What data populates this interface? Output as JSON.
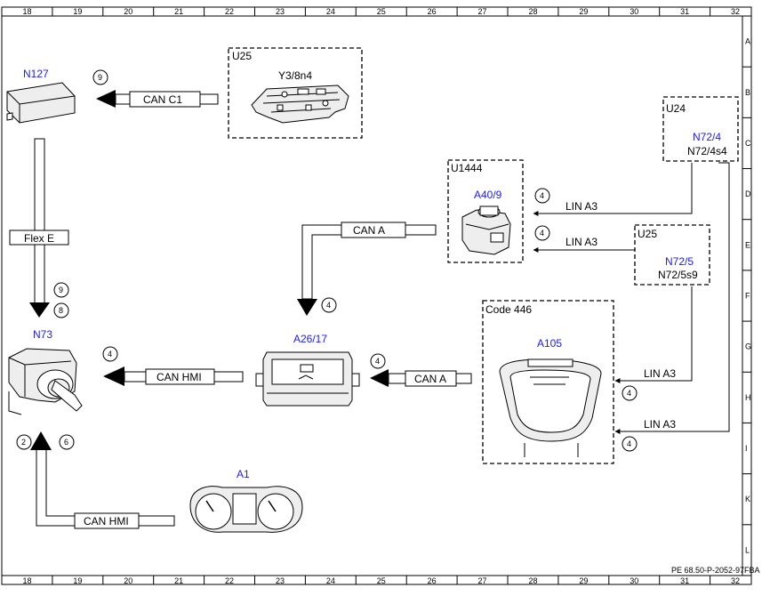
{
  "frame": {
    "top_columns": [
      "18",
      "19",
      "20",
      "21",
      "22",
      "23",
      "24",
      "25",
      "26",
      "27",
      "28",
      "29",
      "30",
      "31",
      "32"
    ],
    "bottom_columns": [
      "18",
      "19",
      "20",
      "21",
      "22",
      "23",
      "24",
      "25",
      "26",
      "27",
      "28",
      "29",
      "30",
      "31",
      "32"
    ],
    "rows": [
      "A",
      "B",
      "C",
      "D",
      "E",
      "F",
      "G",
      "H",
      "I",
      "K",
      "L"
    ],
    "doc_ref": "PE 68.50-P-2052-97FBA"
  },
  "components": {
    "n127": "N127",
    "n73": "N73",
    "a26_17": "A26/17",
    "a1": "A1",
    "a105": "A105",
    "a40_9": "A40/9",
    "n72_4": "N72/4",
    "n72_4s4": "N72/4s4",
    "n72_5": "N72/5",
    "n72_5s9": "N72/5s9",
    "y3_8n4": "Y3/8n4"
  },
  "groups": {
    "u25_top": "U25",
    "u24": "U24",
    "u1444": "U1444",
    "u25_mid": "U25",
    "code446": "Code 446"
  },
  "buses": {
    "can_c1": "CAN C1",
    "flex_e": "Flex E",
    "can_a_top": "CAN A",
    "can_hmi_mid": "CAN HMI",
    "can_a_mid": "CAN A",
    "can_hmi_bottom": "CAN HMI",
    "lin_a3_1": "LIN A3",
    "lin_a3_2": "LIN A3",
    "lin_a3_3": "LIN A3",
    "lin_a3_4": "LIN A3"
  },
  "step_numbers": {
    "s_can_c1": "9",
    "s_flex_1": "9",
    "s_flex_2": "8",
    "s_a26_top": "4",
    "s_can_hmi": "4",
    "s_can_a_mid": "4",
    "s_lin1": "4",
    "s_lin2": "4",
    "s_lin3": "4",
    "s_lin4": "4",
    "s_bottom_1": "2",
    "s_bottom_2": "6"
  }
}
